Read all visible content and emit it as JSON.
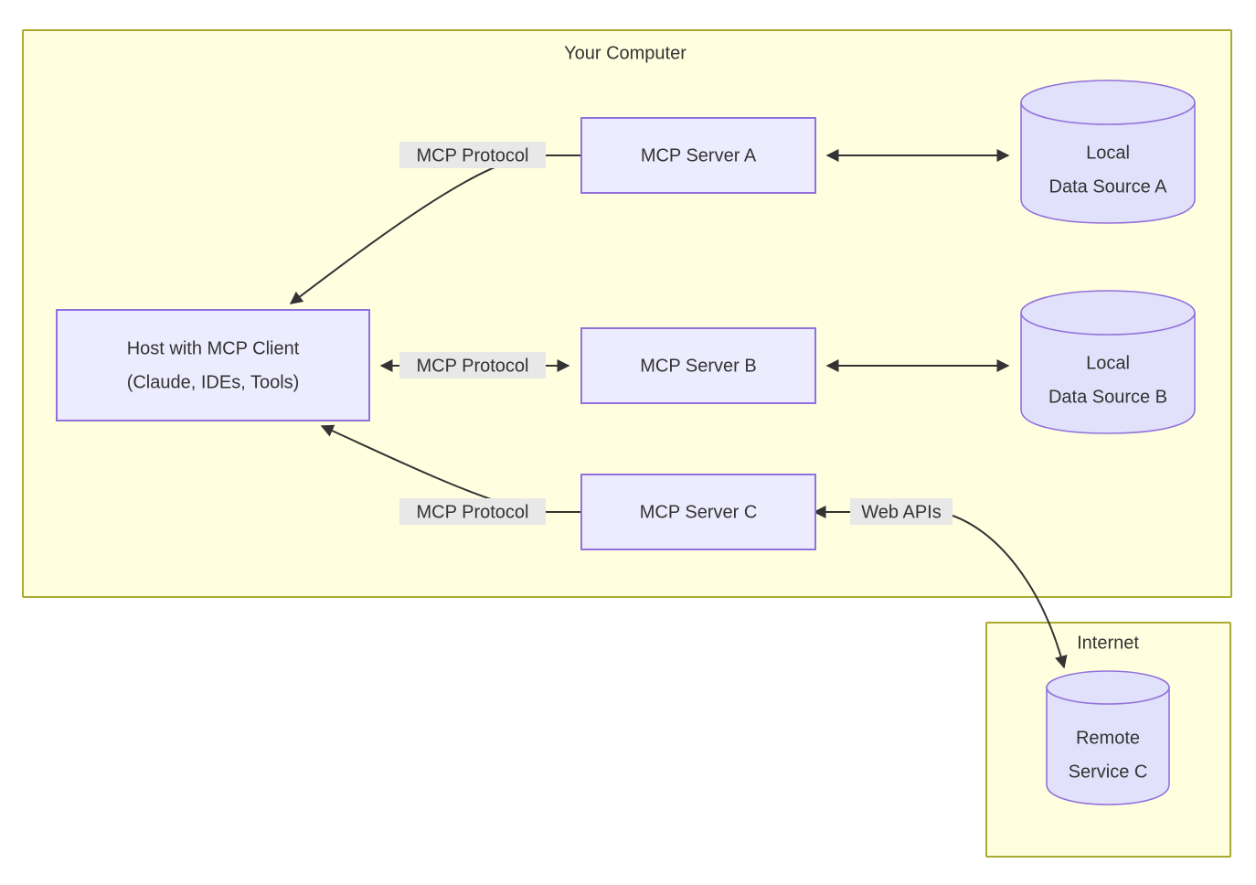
{
  "diagram": {
    "type": "architecture-flowchart",
    "title_visible": false,
    "colors": {
      "cluster_fill": "#ffffe0",
      "cluster_stroke": "#aaaa33",
      "node_fill": "#ececfe",
      "node_stroke": "#9370db",
      "cylinder_fill": "#e1e1fb",
      "cylinder_stroke": "#9370db",
      "edge_stroke": "#333333",
      "edge_label_bg": "#e8e8e8",
      "text": "#333333",
      "page_bg": "#ffffff"
    },
    "clusters": [
      {
        "id": "your-computer",
        "title": "Your Computer"
      },
      {
        "id": "internet",
        "title": "Internet"
      }
    ],
    "nodes": [
      {
        "id": "host",
        "shape": "rect",
        "label_line1": "Host with MCP Client",
        "label_line2": "(Claude, IDEs, Tools)"
      },
      {
        "id": "server-a",
        "shape": "rect",
        "label_line1": "MCP Server A",
        "label_line2": ""
      },
      {
        "id": "server-b",
        "shape": "rect",
        "label_line1": "MCP Server B",
        "label_line2": ""
      },
      {
        "id": "server-c",
        "shape": "rect",
        "label_line1": "MCP Server C",
        "label_line2": ""
      },
      {
        "id": "data-source-a",
        "shape": "cylinder",
        "label_line1": "Local",
        "label_line2": "Data Source A"
      },
      {
        "id": "data-source-b",
        "shape": "cylinder",
        "label_line1": "Local",
        "label_line2": "Data Source B"
      },
      {
        "id": "remote-service-c",
        "shape": "cylinder",
        "label_line1": "Remote",
        "label_line2": "Service C"
      }
    ],
    "edges": [
      {
        "id": "edge-host-server-a",
        "from": "server-a",
        "to": "host",
        "label": "MCP Protocol",
        "arrows": "both"
      },
      {
        "id": "edge-host-server-b",
        "from": "host",
        "to": "server-b",
        "label": "MCP Protocol",
        "arrows": "both"
      },
      {
        "id": "edge-host-server-c",
        "from": "server-c",
        "to": "host",
        "label": "MCP Protocol",
        "arrows": "both"
      },
      {
        "id": "edge-server-a-data-a",
        "from": "server-a",
        "to": "data-source-a",
        "label": "",
        "arrows": "both"
      },
      {
        "id": "edge-server-b-data-b",
        "from": "server-b",
        "to": "data-source-b",
        "label": "",
        "arrows": "both"
      },
      {
        "id": "edge-server-c-remote",
        "from": "remote-service-c",
        "to": "server-c",
        "label": "Web APIs",
        "arrows": "both"
      }
    ]
  }
}
